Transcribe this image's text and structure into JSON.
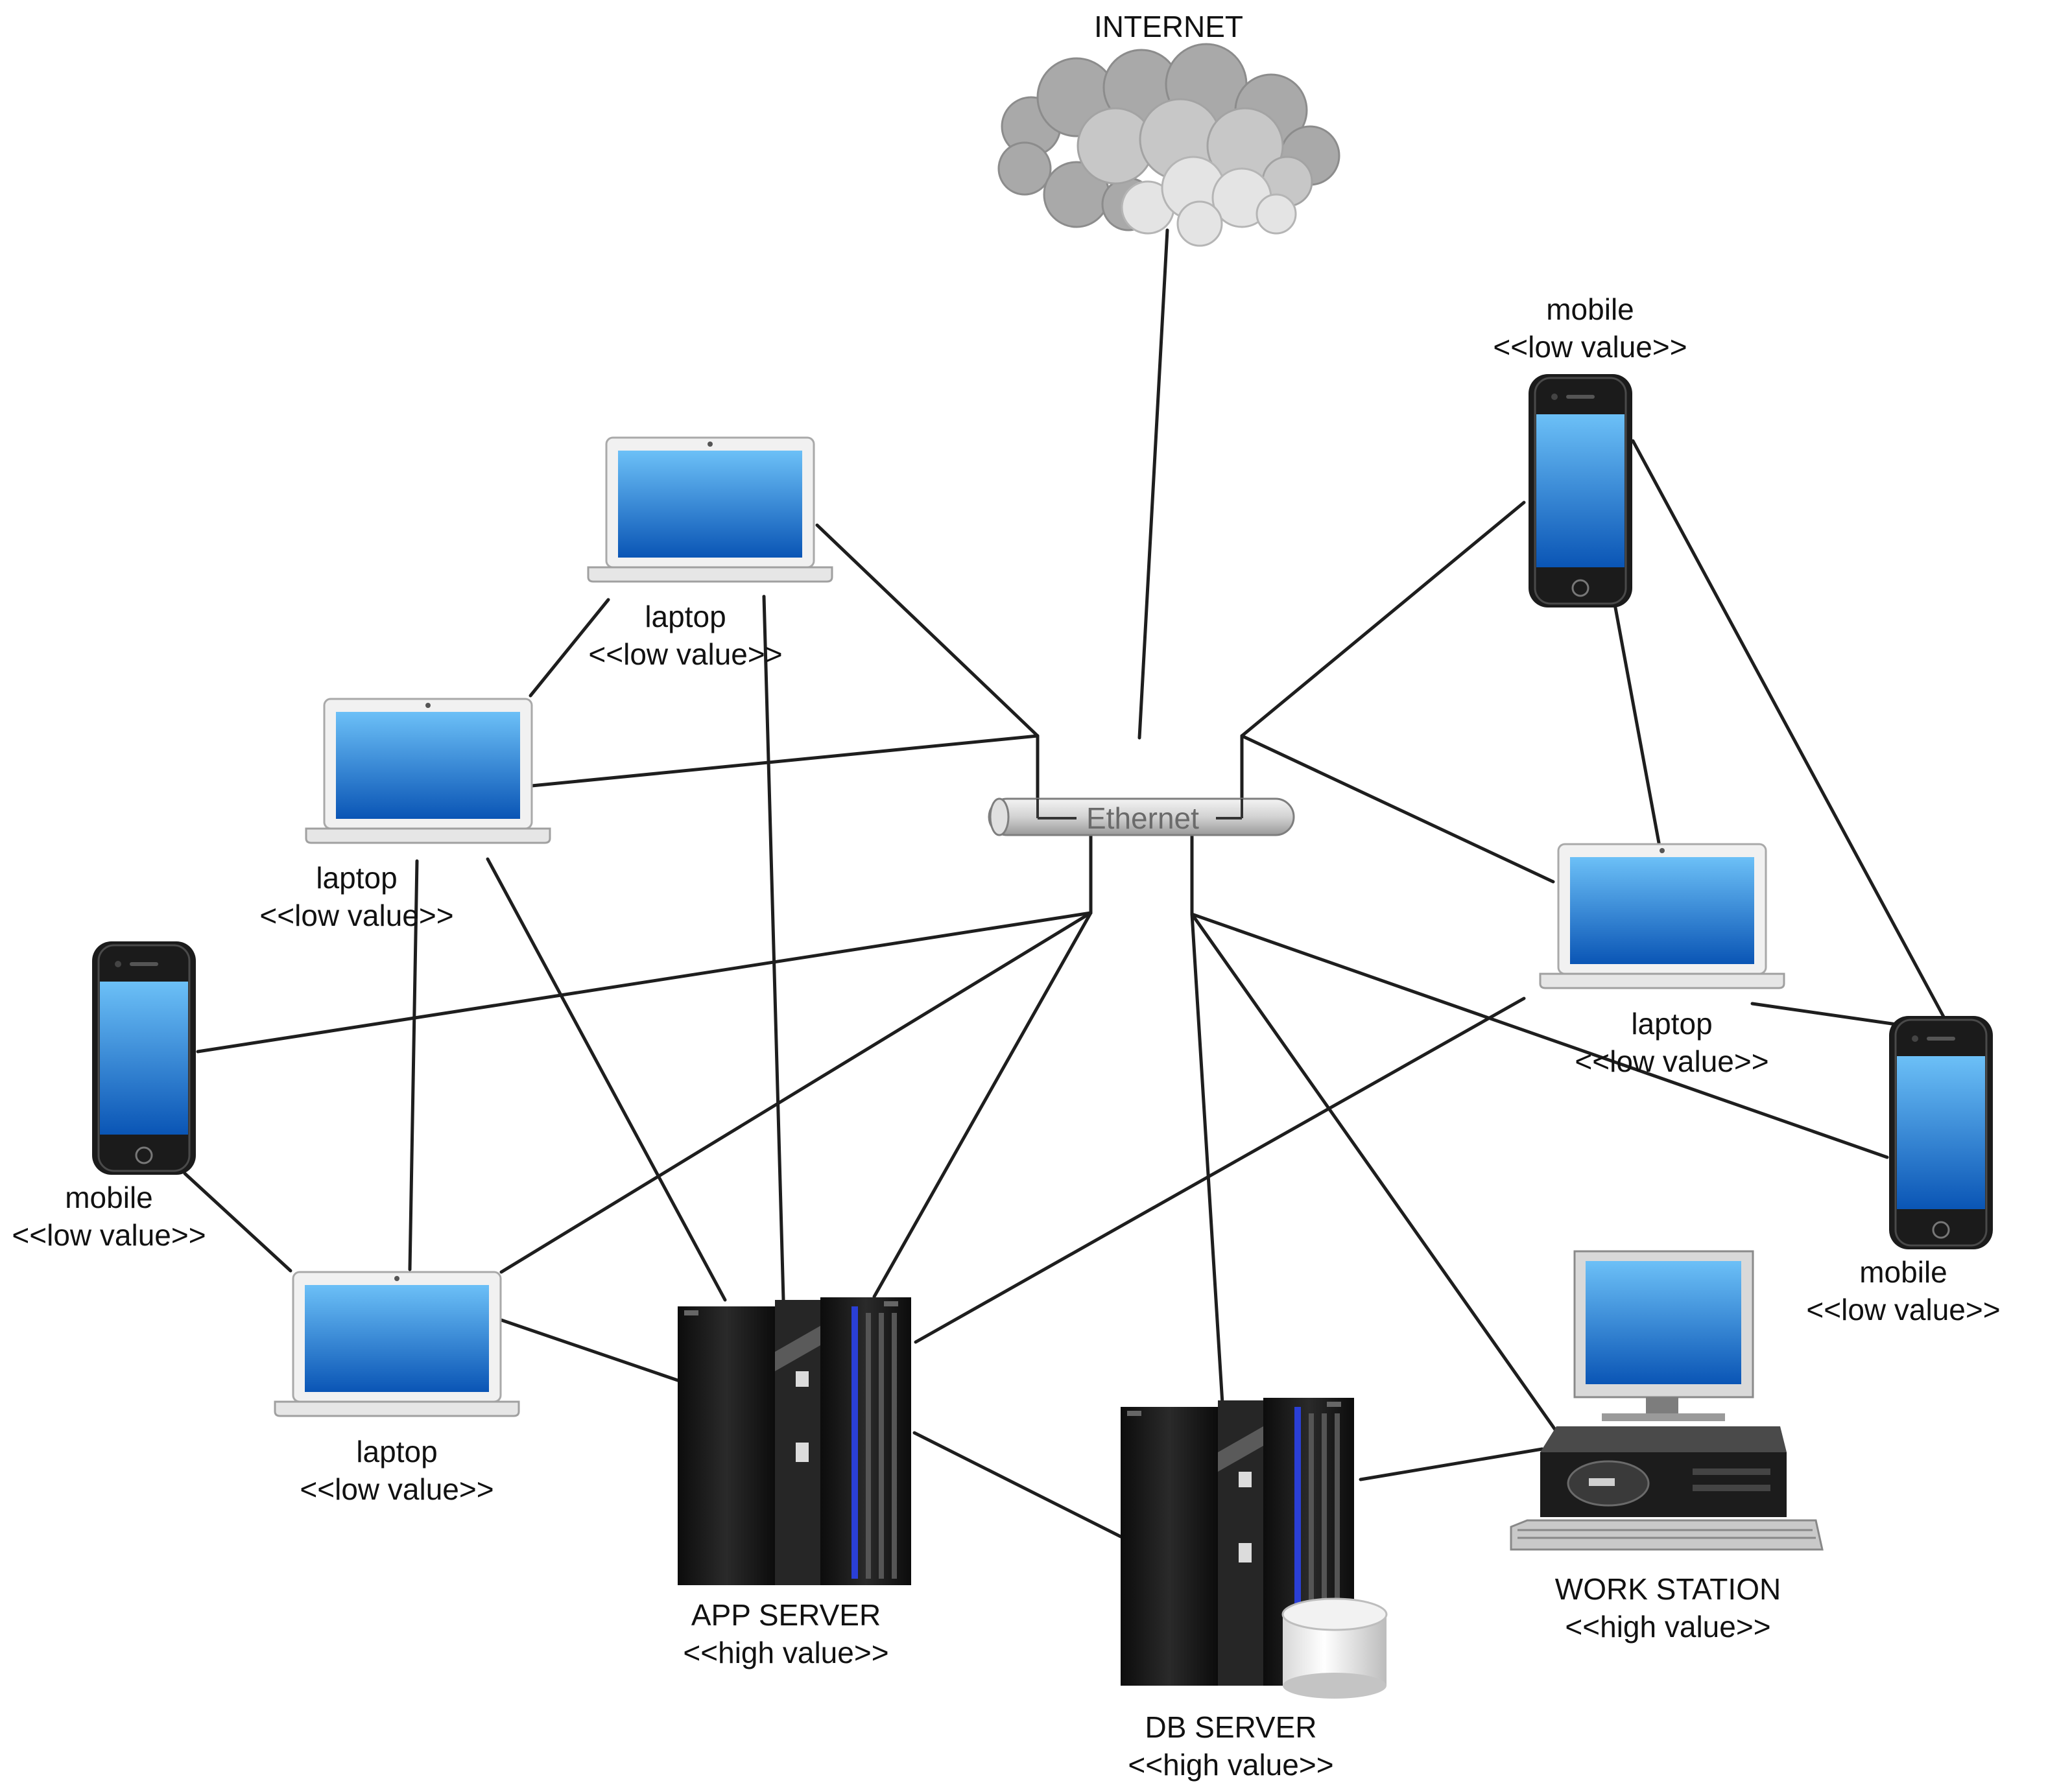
{
  "diagram": {
    "internet_label": "INTERNET",
    "ethernet_label": "Ethernet",
    "devices": [
      {
        "id": "laptop-top",
        "type": "laptop",
        "label": "laptop",
        "value": "<<low value>>"
      },
      {
        "id": "laptop-left",
        "type": "laptop",
        "label": "laptop",
        "value": "<<low value>>"
      },
      {
        "id": "laptop-bottom-left",
        "type": "laptop",
        "label": "laptop",
        "value": "<<low value>>"
      },
      {
        "id": "laptop-right",
        "type": "laptop",
        "label": "laptop",
        "value": "<<low value>>"
      },
      {
        "id": "mobile-left",
        "type": "mobile",
        "label": "mobile",
        "value": "<<low value>>"
      },
      {
        "id": "mobile-top-right",
        "type": "mobile",
        "label": "mobile",
        "value": "<<low value>>"
      },
      {
        "id": "mobile-right",
        "type": "mobile",
        "label": "mobile",
        "value": "<<low value>>"
      },
      {
        "id": "app-server",
        "type": "server",
        "label": "APP SERVER",
        "value": "<<high value>>"
      },
      {
        "id": "db-server",
        "type": "db-server",
        "label": "DB SERVER",
        "value": "<<high value>>"
      },
      {
        "id": "workstation",
        "type": "workstation",
        "label": "WORK STATION",
        "value": "<<high value>>"
      }
    ],
    "colors": {
      "screen_top": "#5fb6f4",
      "screen_bottom": "#0b58b8",
      "server_body": "#141414",
      "server_accent": "#2a3fd6",
      "cloud": "#b8b8b8",
      "link": "#1e1e1e"
    }
  }
}
